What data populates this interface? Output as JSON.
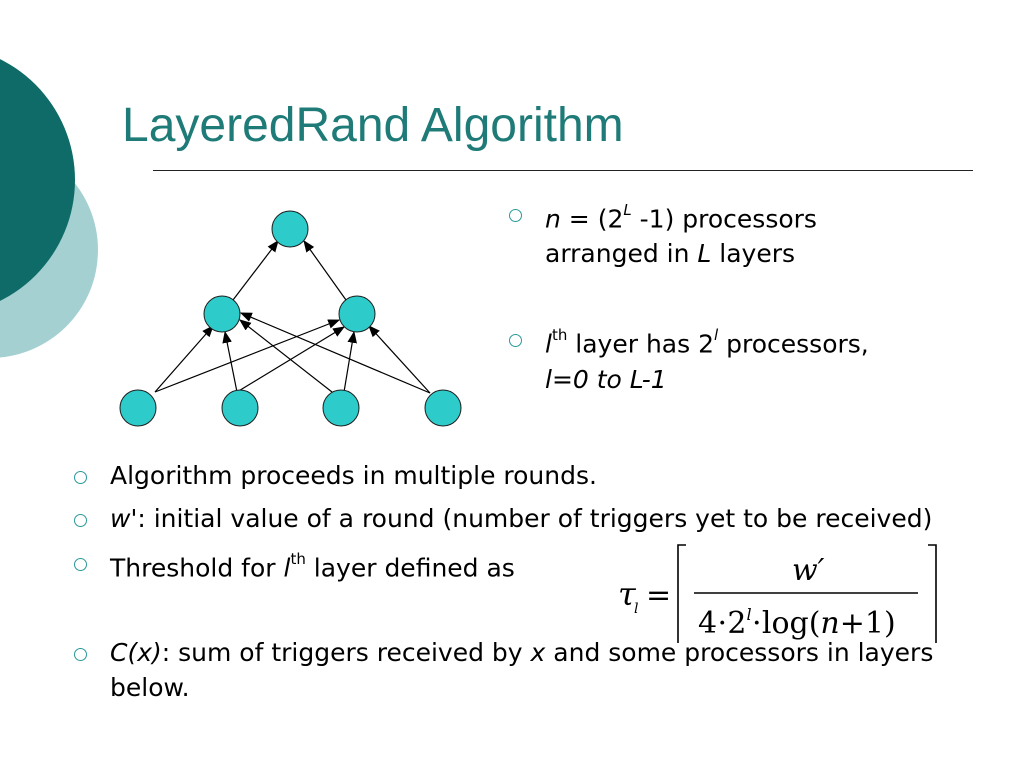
{
  "title": "LayeredRand Algorithm",
  "colors": {
    "teal_dark": "#0e6b67",
    "teal_light": "#a5d0d2",
    "node_fill": "#2dcccb",
    "title": "#1f7b78"
  },
  "right_bullets": [
    {
      "n": "n",
      "mid": " = (2",
      "L": "L",
      "end": " -1) processors",
      "line2a": "arranged in ",
      "L2": "L",
      "line2b": " layers"
    },
    {
      "l": "l",
      "th": "th",
      "mid": " layer has 2",
      "l2": "l",
      "end": " processors,",
      "line2": "l=0 to L-1"
    }
  ],
  "bottom_bullets": {
    "b1": "Algorithm proceeds in multiple rounds.",
    "b2_italic": "w'",
    "b2_rest": ": initial value of a round (number of triggers yet to be received)",
    "b3_pre": "Threshold for ",
    "b3_l": "l",
    "b3_th": "th",
    "b3_post": " layer defined as",
    "b4_italic": "C(x)",
    "b4_mid": ": sum of triggers received by ",
    "b4_x": "x",
    "b4_rest": " and some processors in layers below."
  },
  "formula": {
    "tau": "τ",
    "sub": "l",
    "eq": "=",
    "numerator": "w′",
    "denom_a": "4⋅2",
    "denom_sup": "l",
    "denom_b": "⋅log(",
    "denom_n": "n",
    "denom_c": "+1)"
  }
}
